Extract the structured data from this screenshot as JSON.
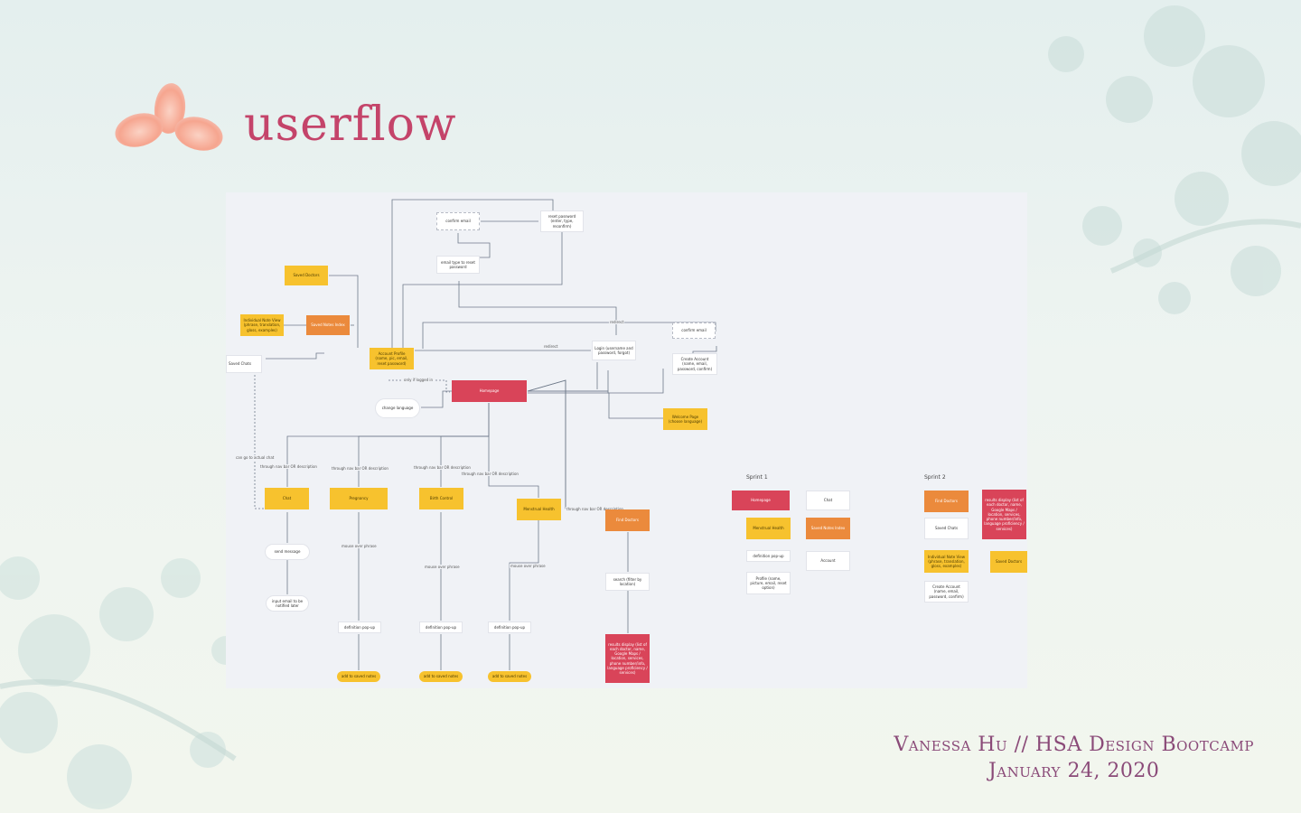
{
  "slide": {
    "title": "userflow",
    "credit_line1": "Vanessa Hu // HSA Design Bootcamp",
    "credit_line2": "January 24, 2020",
    "colors": {
      "title": "#c4446a",
      "credit": "#8a4a78",
      "yellow": "#f7c22e",
      "orange": "#eb8a3c",
      "red": "#d94459"
    }
  },
  "flow": {
    "nodes": {
      "confirm_email_top": "confirm email",
      "reset_password": "reset password (enter, type, reconfirm)",
      "email_type_reset": "email type to reset password",
      "saved_doctors": "Saved Doctors",
      "saved_notes_index": "Saved Notes Index",
      "individual_note_view": "Individual Note View (phrase, translation, gloss, examples)",
      "account_profile": "Account Profile (name, pic, email, reset password)",
      "saved_chats": "Saved Chats",
      "login": "Login (username and password, forgot)",
      "confirm_email_right": "confirm email",
      "create_account": "Create Account (name, email, password, confirm)",
      "homepage": "Homepage",
      "change_language": "change language",
      "welcome_page": "Welcome Page (choose language)",
      "chat": "Chat",
      "pregnancy": "Pregnancy",
      "birth_control": "Birth Control",
      "menstrual_health": "Menstrual Health",
      "find_doctors": "Find Doctors",
      "send_message": "send message",
      "input_email": "input email to be notified later",
      "search_filter": "search (filter by location)",
      "results": "results display (list of each doctor, name, Google Maps / location, services, phone number/info, language proficiency / services)",
      "def_popup_1": "definition pop-up",
      "def_popup_2": "definition pop-up",
      "def_popup_3": "definition pop-up",
      "add_notes_1": "add to saved notes",
      "add_notes_2": "add to saved notes",
      "add_notes_3": "add to saved notes"
    },
    "edge_labels": {
      "redirect_a": "redirect",
      "redirect_b": "redirect",
      "only_if_logged": "only if logged in",
      "can_go_to_chat": "can go to actual chat",
      "nav_chat": "through nav bar OR description",
      "nav_pregnancy": "through nav bar OR description",
      "nav_birth": "through nav bar OR description",
      "nav_menstrual": "through nav bar OR description",
      "nav_doctors": "through nav bar OR description",
      "hover_1": "mouse over phrase",
      "hover_2": "mouse over phrase",
      "hover_3": "mouse over phrase"
    },
    "sprint1": {
      "label": "Sprint 1",
      "items": {
        "homepage": "Homepage",
        "chat": "Chat",
        "menstrual": "Menstrual Health",
        "saved_notes": "Saved Notes Index",
        "definition": "definition pop-up",
        "account": "Account",
        "profile": "Profile (name, picture, email, reset option)"
      }
    },
    "sprint2": {
      "label": "Sprint 2",
      "items": {
        "find_doctors": "Find Doctors",
        "results": "results display (list of each doctor, name, Google Maps / location, services, phone number/info, language proficiency / services)",
        "saved_chats": "Saved Chats",
        "note_view": "Individual Note View (phrase, translation, gloss, examples)",
        "saved_doctors": "Saved Doctors",
        "create_account": "Create Account (name, email, password, confirm)"
      }
    }
  }
}
